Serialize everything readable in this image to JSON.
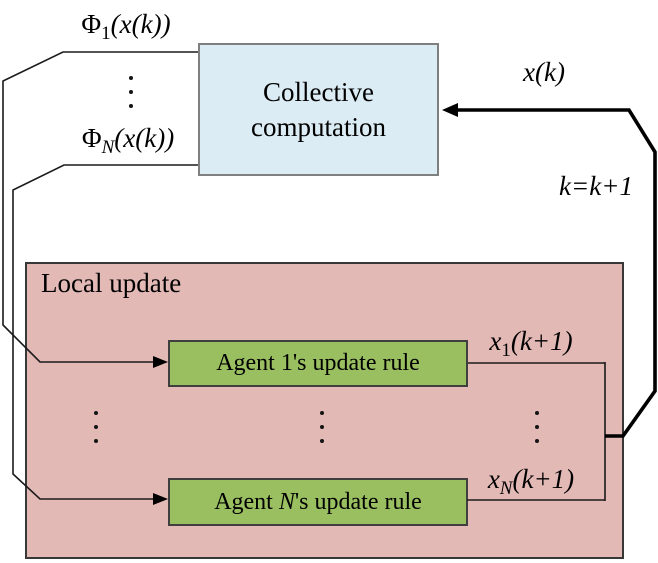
{
  "diagram": {
    "collective_box": {
      "line1": "Collective",
      "line2": "computation"
    },
    "local_update_box": {
      "title": "Local update"
    },
    "agent1_box": {
      "prefix": "Agent 1",
      "var": "",
      "suffix": "'s update rule"
    },
    "agentN_box": {
      "prefix": "Agent ",
      "var": "N",
      "suffix": "'s update rule"
    },
    "labels": {
      "phi1": {
        "base": "Φ",
        "sub": "1",
        "args": "(x(k))"
      },
      "phiN": {
        "base": "Φ",
        "sub": "N",
        "args": "(x(k))"
      },
      "xk": "x(k)",
      "k_update": "k=k+1",
      "x1k1": {
        "base": "x",
        "sub": "1",
        "args": "(k+1)"
      },
      "xNk1": {
        "base": "x",
        "sub": "N",
        "args": "(k+1)"
      }
    },
    "icons": {
      "vertical_dots": "vertical-ellipsis"
    },
    "colors": {
      "collective_fill": "#dbecf4",
      "collective_border": "#7f7f7f",
      "local_fill": "#e3b9b6",
      "local_border": "#383838",
      "agent_fill": "#9abf61",
      "agent_border": "#3f3f3f",
      "line_color": "#1a1a1a",
      "feedback_line_color": "#000000"
    }
  }
}
